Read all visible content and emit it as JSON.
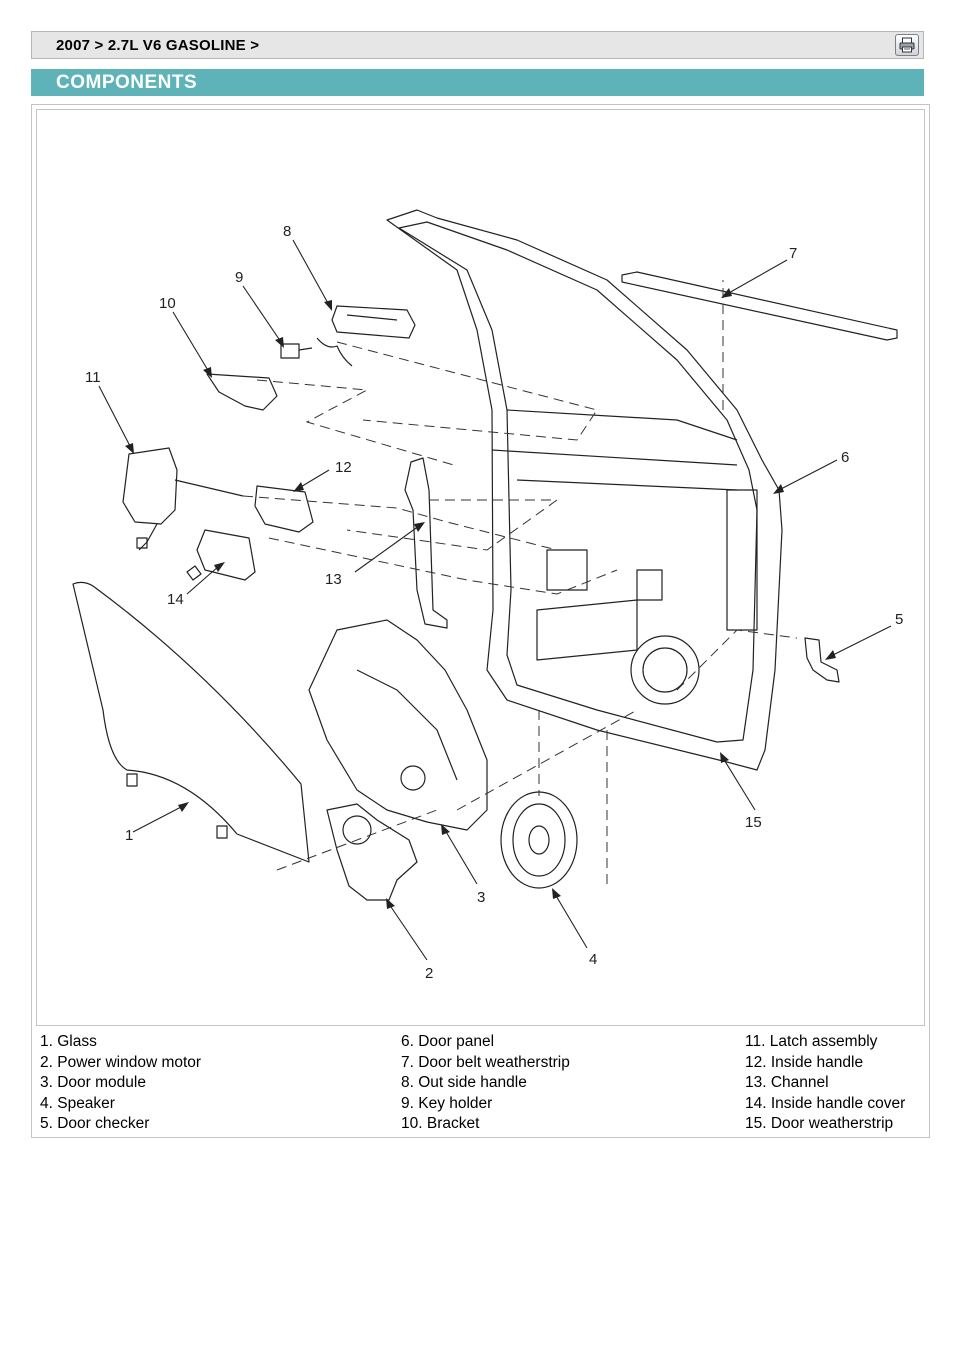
{
  "breadcrumb": {
    "text": "2007 > 2.7L V6 GASOLINE >"
  },
  "toolbar": {
    "print_icon": "printer-icon"
  },
  "section": {
    "title": "COMPONENTS"
  },
  "diagram": {
    "callouts": [
      "1",
      "2",
      "3",
      "4",
      "5",
      "6",
      "7",
      "8",
      "9",
      "10",
      "11",
      "12",
      "13",
      "14",
      "15"
    ]
  },
  "legend": {
    "col1": [
      "1. Glass",
      "2. Power window motor",
      "3. Door module",
      "4. Speaker",
      "5. Door checker"
    ],
    "col2": [
      "6. Door panel",
      "7. Door belt weatherstrip",
      "8. Out side handle",
      "9. Key holder",
      "10. Bracket"
    ],
    "col3": [
      "11. Latch assembly",
      "12. Inside handle",
      "13. Channel",
      "14. Inside handle cover",
      "15. Door weatherstrip"
    ]
  },
  "colors": {
    "header_bg": "#5eb3b8",
    "breadcrumb_bg": "#e6e6e6"
  }
}
